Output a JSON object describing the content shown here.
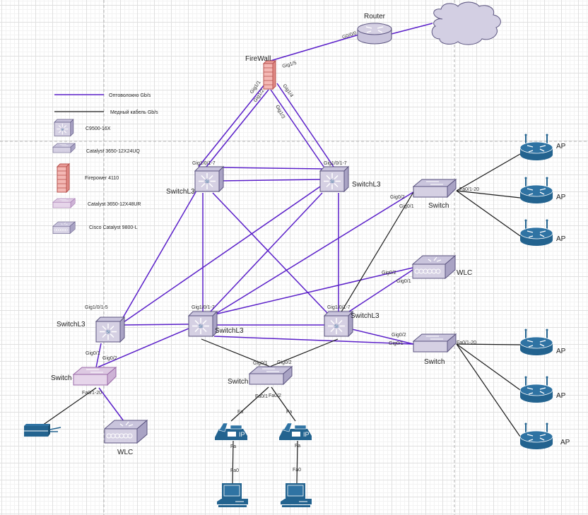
{
  "diagram": {
    "colors": {
      "fiber": "#5a1fc9",
      "copper": "#1a1a1a",
      "device_fill": "#d5d0e3",
      "device_stroke": "#5c5580",
      "l2_switch_light_fill": "#e6d5ea",
      "l2_switch_light_stroke": "#9a6aa8",
      "firewall_fill": "#f4b8b4",
      "firewall_stroke": "#b85450",
      "endpoint_blue": "#23638f",
      "cloud_fill": "#d3cfe3"
    },
    "legend": {
      "items": [
        {
          "type": "line",
          "style": "fiber",
          "label": "Оптоволокно Gb/s"
        },
        {
          "type": "line",
          "style": "copper",
          "label": "Медный кабель Gb/s"
        },
        {
          "type": "icon",
          "icon": "l3-switch-icon",
          "label": "C9500-16X"
        },
        {
          "type": "icon",
          "icon": "l2-switch-icon",
          "label": "Catalyst 3650-12X24UQ"
        },
        {
          "type": "icon",
          "icon": "firewall-icon",
          "label": "Firepower 4110"
        },
        {
          "type": "icon",
          "icon": "l2-switch-light-icon",
          "label": "Catalyst 3650-12X48UR"
        },
        {
          "type": "icon",
          "icon": "wlc-icon",
          "label": "Cisco Catalyst 9800-L"
        }
      ]
    },
    "nodes": {
      "cloud": {
        "label": ""
      },
      "router": {
        "label": "Router",
        "port": "G0/0/0"
      },
      "firewall": {
        "label": "FireWall",
        "ports": [
          "Gig1/1",
          "Gig1/2",
          "Gig1/3",
          "Gig1/4",
          "Gig1/5"
        ]
      },
      "core_left": {
        "label": "SwitchL3",
        "port": "Gig1/0/1-7",
        "glyph": "SI"
      },
      "core_right": {
        "label": "SwitchL3",
        "port": "Gig1/0/1-7",
        "glyph": "SI"
      },
      "dist_a": {
        "label": "SwitchL3",
        "port": "Gig1/0/1-5",
        "glyph": "SI"
      },
      "dist_b": {
        "label": "SwitchL3",
        "port": "Gig1/0/1-7",
        "glyph": "SI"
      },
      "dist_c": {
        "label": "SwitchL3",
        "port": "Gig1/0/1-7",
        "glyph": "SI"
      },
      "access_top_right": {
        "label": "Switch",
        "ports": [
          "Gig0/2",
          "Gig0/1",
          "Fa0/1-20"
        ]
      },
      "wlc_right": {
        "label": "WLC",
        "ports": [
          "Gig0/2",
          "Gig0/1"
        ]
      },
      "access_bottom_right": {
        "label": "Switch",
        "ports": [
          "Gig0/2",
          "Gig0/1",
          "Fa0/1-20"
        ]
      },
      "access_left": {
        "label": "Switch",
        "ports": [
          "Gig0/1",
          "Gig0/2",
          "Fa0/1-20"
        ]
      },
      "wlc_left": {
        "label": "WLC"
      },
      "printer": {
        "label": ""
      },
      "access_center": {
        "label": "Switch",
        "ports": [
          "Gig0/1",
          "Gig0/2",
          "Fa0/1",
          "Fa0/2"
        ]
      },
      "phone_1": {
        "port_up": "Fa",
        "port_down": "Fa",
        "glyph": "IP"
      },
      "phone_2": {
        "port_up": "Fa",
        "port_down": "Fa",
        "glyph": "IP"
      },
      "pc_1": {
        "port": "Fa0"
      },
      "pc_2": {
        "port": "Fa0"
      },
      "ap_1": {
        "label": "AP"
      },
      "ap_2": {
        "label": "AP"
      },
      "ap_3": {
        "label": "AP"
      },
      "ap_4": {
        "label": "AP"
      },
      "ap_5": {
        "label": "AP"
      },
      "ap_6": {
        "label": "AP"
      }
    }
  }
}
